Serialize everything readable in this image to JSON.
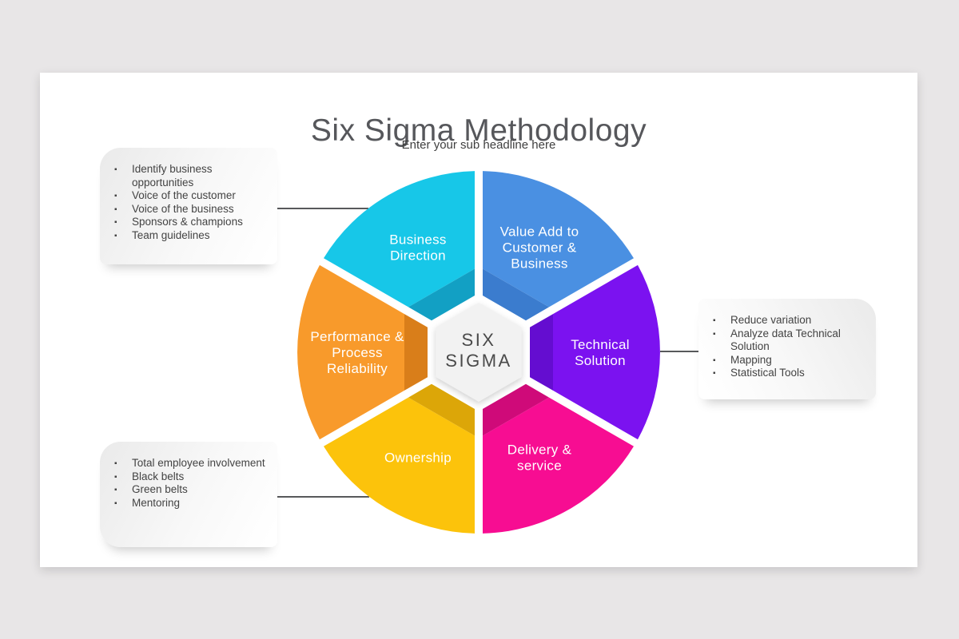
{
  "slide": {
    "title": "Six Sigma Methodology",
    "subtitle": "Enter your sub headline here",
    "page_bg": "#E8E6E7",
    "slide_bg": "#FFFFFF",
    "connector_color": "#58595B"
  },
  "wheel": {
    "center_lines": [
      "SIX",
      "SIGMA"
    ],
    "center_fill": "#F2F2F2",
    "center_text_color": "#4A4A4A",
    "segments": [
      {
        "id": "business-direction",
        "label": "Business Direction",
        "lines": [
          "Business",
          "Direction"
        ],
        "angle": 120,
        "color": "#17C7E8",
        "color_dark": "#12A0C4"
      },
      {
        "id": "value-add-to-customer-business",
        "label": "Value Add to Customer & Business",
        "lines": [
          "Value Add to",
          "Customer &",
          "Business"
        ],
        "angle": 60,
        "color": "#4A90E2",
        "color_dark": "#3B7CCE"
      },
      {
        "id": "technical-solution",
        "label": "Technical Solution",
        "lines": [
          "Technical",
          "Solution"
        ],
        "angle": 0,
        "color": "#7B12F0",
        "color_dark": "#640DD0"
      },
      {
        "id": "delivery-service",
        "label": "Delivery & service",
        "lines": [
          "Delivery &",
          "service"
        ],
        "angle": 300,
        "color": "#F70D92",
        "color_dark": "#CF0A79"
      },
      {
        "id": "ownership",
        "label": "Ownership",
        "lines": [
          "Ownership"
        ],
        "angle": 240,
        "color": "#FCC30B",
        "color_dark": "#DCA608"
      },
      {
        "id": "performance-process-reliability",
        "label": "Performance & Process Reliability",
        "lines": [
          "Performance &",
          "Process",
          "Reliability"
        ],
        "angle": 180,
        "color": "#F89A2B",
        "color_dark": "#D97E1A"
      }
    ]
  },
  "callouts": [
    {
      "id": "business-direction-notes",
      "items": [
        "Identify business opportunities",
        "Voice of the customer",
        "Voice of the business",
        "Sponsors & champions",
        "Team guidelines"
      ]
    },
    {
      "id": "ownership-notes",
      "items": [
        "Total employee involvement",
        "Black belts",
        "Green belts",
        "Mentoring"
      ]
    },
    {
      "id": "technical-solution-notes",
      "items": [
        "Reduce variation",
        "Analyze data Technical Solution",
        "Mapping",
        "Statistical Tools"
      ]
    }
  ]
}
